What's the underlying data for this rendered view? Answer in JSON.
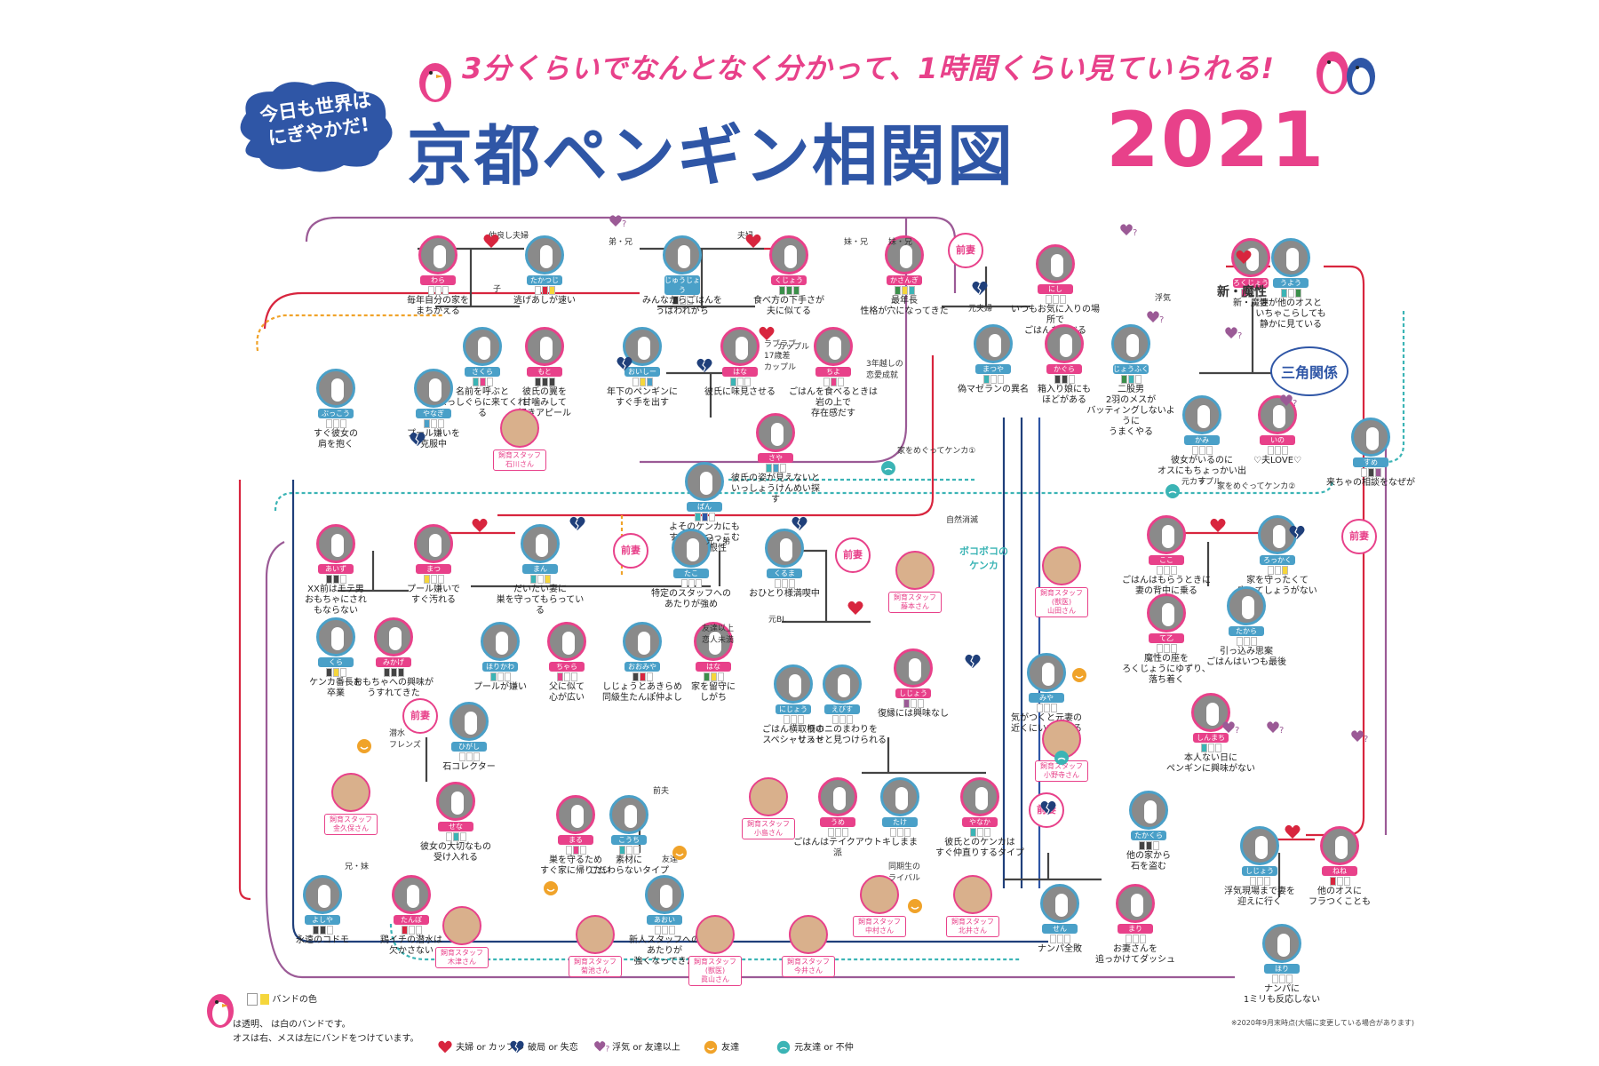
{
  "header": {
    "cloud_text": "今日も世界は\nにぎやかだ!",
    "subtitle": "3分くらいでなんとなく分かって、1時間くらい見ていられる!",
    "title": "京都ペンギン相関図",
    "year": "2021"
  },
  "colors": {
    "pink": "#e8418a",
    "blue": "#2f56a6",
    "navy": "#1f3f7a",
    "red": "#d8253e",
    "purple": "#9b5a96",
    "orange": "#f0a32a",
    "teal": "#3bb4b5",
    "light_blue": "#4aa0c8"
  },
  "penguins": [
    {
      "name": "わら",
      "sex": "f",
      "note": "毎年自分の家を\nまちがえる",
      "bands": [
        "#fff",
        "#fff",
        "#fff"
      ]
    },
    {
      "name": "たかつじ",
      "sex": "m",
      "note": "逃げあしが速い",
      "bands": [
        "#fff",
        "#d8253e",
        "#f5d63c"
      ]
    },
    {
      "name": "じゅうじょう",
      "sex": "m",
      "note": "みんなからごはんを\nうばわれがち",
      "bands": [
        "#333",
        "#fff",
        "#fff"
      ]
    },
    {
      "name": "くじょう",
      "sex": "f",
      "note": "食べ方の下手さが\n夫に似てる",
      "bands": [
        "#3b8f4a",
        "#3b8f4a",
        "#3b8f4a"
      ]
    },
    {
      "name": "かさんぎ",
      "sex": "f",
      "note": "最年長\n性格が穴になってきた",
      "bands": [
        "#3b8f4a",
        "#f5d63c",
        "#3bb4b5"
      ]
    },
    {
      "name": "さくら",
      "sex": "m",
      "note": "名前を呼ぶと\nまっしぐらに来てくれる",
      "bands": [
        "#3bb4b5",
        "#e8418a",
        "#fff"
      ]
    },
    {
      "name": "もと",
      "sex": "f",
      "note": "彼氏の翼を\n甘噛みして\n好きアピール",
      "bands": [
        "#444",
        "#444",
        "#444"
      ]
    },
    {
      "name": "おいしー",
      "sex": "m",
      "note": "年下のペンギンに\nすぐ手を出す",
      "bands": [
        "#fff",
        "#f5d63c",
        "#4aa0c8"
      ]
    },
    {
      "name": "はな",
      "sex": "f",
      "note": "彼氏に味見させる",
      "bands": [
        "#3bb4b5",
        "#fff",
        "#fff"
      ]
    },
    {
      "name": "ちよ",
      "sex": "f",
      "note": "ごはんを食べるときは\n岩の上で\n存在感だす",
      "bands": [
        "#fff",
        "#e8418a",
        "#fff"
      ]
    },
    {
      "name": "ぶっこう",
      "sex": "m",
      "note": "すぐ彼女の\n肩を抱く",
      "bands": [
        "#fff",
        "#fff",
        "#fff"
      ]
    },
    {
      "name": "やなぎ",
      "sex": "m",
      "note": "プール嫌いを\n克服中",
      "bands": [
        "#4aa0c8",
        "#fff",
        "#fff"
      ]
    },
    {
      "name": "ぱん",
      "sex": "m",
      "note": "よそのケンカにも\nすぐ首をつっこむ\n野次馬根性",
      "bands": [
        "#3bb4b5",
        "#2f56a6",
        "#fff"
      ]
    },
    {
      "name": "さや",
      "sex": "f",
      "note": "彼氏の姿が見えないと\nいっしょうけんめい探す",
      "bands": [
        "#3bb4b5",
        "#4aa0c8",
        "#fff"
      ]
    },
    {
      "name": "まつや",
      "sex": "m",
      "note": "偽マゼランの異名",
      "bands": [
        "#3bb4b5",
        "#fff",
        "#fff"
      ]
    },
    {
      "name": "にし",
      "sex": "f",
      "note": "いつもお気に入りの場所で\nごはんを食べる",
      "bands": [
        "#fff",
        "#fff",
        "#fff"
      ]
    },
    {
      "name": "かぐら",
      "sex": "f",
      "note": "箱入り娘にも\nほどがある",
      "bands": [
        "#444",
        "#444",
        "#fff"
      ]
    },
    {
      "name": "じょうふく",
      "sex": "m",
      "note": "二股男\n2羽のメスが\nバッティングしないように\nうまくやる",
      "bands": [
        "#3b8f4a",
        "#3bb4b5",
        "#fff"
      ]
    },
    {
      "name": "ろくじょう",
      "sex": "f",
      "note": "新・魔性",
      "bands": [
        "#e8418a",
        "#fff",
        "#fff"
      ]
    },
    {
      "name": "うよう",
      "sex": "m",
      "note": "妻が他のオスと\nいちゃこらしても\n静かに見ている",
      "bands": [
        "#3bb4b5",
        "#fff",
        "#3b8f4a"
      ]
    },
    {
      "name": "かみ",
      "sex": "m",
      "note": "彼女がいるのに\nオスにもちょっかい出す",
      "bands": [
        "#fff",
        "#fff",
        "#fff"
      ]
    },
    {
      "name": "いの",
      "sex": "f",
      "note": "♡夫LOVE♡",
      "bands": [
        "#fff",
        "#fff",
        "#fff"
      ]
    },
    {
      "name": "すめ",
      "sex": "m",
      "note": "来ちゃの相談をなぜが",
      "bands": [
        "#fff",
        "#444",
        "#9b5a96"
      ]
    },
    {
      "name": "あいず",
      "sex": "f",
      "note": "XX前はモテ男\nおもちゃにされ\nもならない",
      "bands": [
        "#444",
        "#444",
        "#fff"
      ]
    },
    {
      "name": "まつ",
      "sex": "f",
      "note": "プール嫌いで\nすぐ汚れる",
      "bands": [
        "#f5d63c",
        "#fff",
        "#fff"
      ]
    },
    {
      "name": "まん",
      "sex": "m",
      "note": "だいたい妻に\n巣を守ってもらっている",
      "bands": [
        "#3bb4b5",
        "#fff",
        "#f5d63c"
      ]
    },
    {
      "name": "たこ",
      "sex": "m",
      "note": "特定のスタッフへの\nあたりが強め",
      "bands": [
        "#fff",
        "#fff",
        "#fff"
      ]
    },
    {
      "name": "くるま",
      "sex": "m",
      "note": "おひとり様満喫中",
      "bands": [
        "#fff",
        "#fff",
        "#fff"
      ]
    },
    {
      "name": "くら",
      "sex": "m",
      "note": "ケンカ番長を\n卒業",
      "bands": [
        "#444",
        "#f5d63c",
        "#fff"
      ]
    },
    {
      "name": "みかげ",
      "sex": "f",
      "note": "おもちゃへの興味が\nうすれてきた",
      "bands": [
        "#444",
        "#444",
        "#444"
      ]
    },
    {
      "name": "ほりかわ",
      "sex": "m",
      "note": "プールが嫌い",
      "bands": [
        "#3bb4b5",
        "#fff",
        "#fff"
      ]
    },
    {
      "name": "ちゃら",
      "sex": "f",
      "note": "父に似て\n心が広い",
      "bands": [
        "#e8418a",
        "#fff",
        "#fff"
      ]
    },
    {
      "name": "おおみや",
      "sex": "m",
      "note": "しじょうとあきらめ\n同級生たんぽ仲よし",
      "bands": [
        "#444",
        "#d8253e",
        "#fff"
      ]
    },
    {
      "name": "はな",
      "sex": "f",
      "note": "家を留守に\nしがち",
      "bands": [
        "#3b8f4a",
        "#f5d63c",
        "#fff"
      ]
    },
    {
      "name": "にじょう",
      "sex": "m",
      "note": "ごはん横取りの\nスペシャリスト",
      "bands": [
        "#fff",
        "#fff",
        "#fff"
      ]
    },
    {
      "name": "えびす",
      "sex": "m",
      "note": "柵ホニのまわりを\nせっせと見つけられる",
      "bands": [
        "#fff",
        "#fff",
        "#fff"
      ]
    },
    {
      "name": "しじょう",
      "sex": "f",
      "note": "復縁には興味なし",
      "bands": [
        "#9b5a96",
        "#fff",
        "#fff"
      ]
    },
    {
      "name": "て乙",
      "sex": "f",
      "note": "魔性の座を\nろくじょうにゆずり、\n落ち着く",
      "bands": [
        "#fff",
        "#fff",
        "#fff"
      ]
    },
    {
      "name": "みや",
      "sex": "m",
      "note": "気がつくと元妻の\n近くにいたりする",
      "bands": [
        "#fff",
        "#fff",
        "#fff"
      ]
    },
    {
      "name": "ここ",
      "sex": "f",
      "note": "ごはんはもらうときに\n妻の背中に乗る",
      "bands": [
        "#fff",
        "#fff",
        "#fff"
      ]
    },
    {
      "name": "ろっかく",
      "sex": "m",
      "note": "家を守ったくて\n守ってしょうがない",
      "bands": [
        "#fff",
        "#fff",
        "#f5d63c"
      ]
    },
    {
      "name": "たから",
      "sex": "m",
      "note": "引っ込み思案\nごはんはいつも最後",
      "bands": [
        "#fff",
        "#fff",
        "#fff"
      ]
    },
    {
      "name": "しんまち",
      "sex": "f",
      "note": "本人ない日に\nペンギンに興味がない",
      "bands": [
        "#3bb4b5",
        "#fff",
        "#fff"
      ]
    },
    {
      "name": "ひがし",
      "sex": "m",
      "note": "石コレクター",
      "bands": [
        "#fff",
        "#fff",
        "#fff"
      ]
    },
    {
      "name": "せな",
      "sex": "f",
      "note": "彼女の大切なもの\n受け入れる",
      "bands": [
        "#fff",
        "#3bb4b5",
        "#fff"
      ]
    },
    {
      "name": "まる",
      "sex": "f",
      "note": "巣を守るため\nすぐ家に帰りたい",
      "bands": [
        "#fff",
        "#e8418a",
        "#fff"
      ]
    },
    {
      "name": "こうち",
      "sex": "m",
      "note": "素材に\nこだわらないタイプ",
      "bands": [
        "#3bb4b5",
        "#fff",
        "#fff"
      ]
    },
    {
      "name": "うめ",
      "sex": "f",
      "note": "ごはんはテイクアウト派",
      "bands": [
        "#fff",
        "#fff",
        "#fff"
      ]
    },
    {
      "name": "たけ",
      "sex": "m",
      "note": "キしまま",
      "bands": [
        "#fff",
        "#fff",
        "#fff"
      ]
    },
    {
      "name": "やなか",
      "sex": "f",
      "note": "彼氏とのケンカは\nすぐ仲直りするタイプ",
      "bands": [
        "#3bb4b5",
        "#fff",
        "#fff"
      ]
    },
    {
      "name": "たかくら",
      "sex": "m",
      "note": "他の家から\n石を盗む",
      "bands": [
        "#444",
        "#444",
        "#fff"
      ]
    },
    {
      "name": "よしや",
      "sex": "m",
      "note": "永遠のコドモ",
      "bands": [
        "#444",
        "#444",
        "#fff"
      ]
    },
    {
      "name": "たんぽ",
      "sex": "f",
      "note": "鶏イチの潜水は\n欠かさない",
      "bands": [
        "#d8253e",
        "#fff",
        "#fff"
      ]
    },
    {
      "name": "あおい",
      "sex": "m",
      "note": "新人スタッフへの\nあたりが\n強くなってきた",
      "bands": [
        "#fff",
        "#fff",
        "#fff"
      ]
    },
    {
      "name": "せん",
      "sex": "m",
      "note": "ナンパ全敗",
      "bands": [
        "#fff",
        "#fff",
        "#fff"
      ]
    },
    {
      "name": "まり",
      "sex": "f",
      "note": "お妻さんを\n追っかけてダッシュ",
      "bands": [
        "#fff",
        "#fff",
        "#fff"
      ]
    },
    {
      "name": "しじょう",
      "sex": "m",
      "note": "浮気現場まで妻を\n迎えに行く",
      "bands": [
        "#fff",
        "#fff",
        "#fff"
      ]
    },
    {
      "name": "ねね",
      "sex": "f",
      "note": "他のオスに\nフラつくことも",
      "bands": [
        "#d8253e",
        "#fff",
        "#fff"
      ]
    },
    {
      "name": "ほり",
      "sex": "m",
      "note": "ナンパに\n1ミリも反応しない",
      "bands": [
        "#fff",
        "#fff",
        "#fff"
      ]
    }
  ],
  "staff": [
    {
      "name": "飼育スタッフ\n石川さん"
    },
    {
      "name": "飼育スタッフ\n藤本さん"
    },
    {
      "name": "飼育スタッフ(獣医)\n山田さん"
    },
    {
      "name": "飼育スタッフ\n小野寺さん"
    },
    {
      "name": "飼育スタッフ\n金久保さん"
    },
    {
      "name": "飼育スタッフ\n小島さん"
    },
    {
      "name": "飼育スタッフ\n中村さん"
    },
    {
      "name": "飼育スタッフ\n北井さん"
    },
    {
      "name": "飼育スタッフ\n木津さん"
    },
    {
      "name": "飼育スタッフ\n菊池さん"
    },
    {
      "name": "飼育スタッフ(獣医)\n眞山さん"
    },
    {
      "name": "飼育スタッフ\n今井さん"
    }
  ],
  "relations": [
    "仲良し夫婦",
    "弟・兄",
    "夫婦",
    "妹・兄",
    "子",
    "妹・兄",
    "カップル",
    "元夫婦",
    "ラブラブ\n17歳差\nカップル",
    "3年越しの\n恋愛成就",
    "元カップル",
    "兄・弟",
    "元BL",
    "自然消滅",
    "三角関係",
    "浮気",
    "新・魔性",
    "ボコボコの\nケンカ",
    "同期生の\nライバル",
    "友達",
    "友達以上\n恋人未満",
    "兄・妹",
    "前夫",
    "家をめぐってケンカ①",
    "家をめぐってケンカ②",
    "潜水\nフレンズ"
  ],
  "ex_wife_label": "前妻",
  "legend": {
    "band_color": "バンドの色",
    "band_note": "は透明、 は白のバンドです。",
    "band_note2": "オスは右、メスは左にバンドをつけています。",
    "items": [
      {
        "icon": "heart-red",
        "label": "夫婦 or カップル"
      },
      {
        "icon": "heart-navy-broken",
        "label": "破局 or 失恋"
      },
      {
        "icon": "heart-purple-question",
        "label": "浮気 or 友達以上"
      },
      {
        "icon": "smile-orange",
        "label": "友達"
      },
      {
        "icon": "smile-teal",
        "label": "元友達 or 不仲"
      }
    ]
  },
  "footnote": "※2020年9月末時点(大幅に変更している場合があります)"
}
